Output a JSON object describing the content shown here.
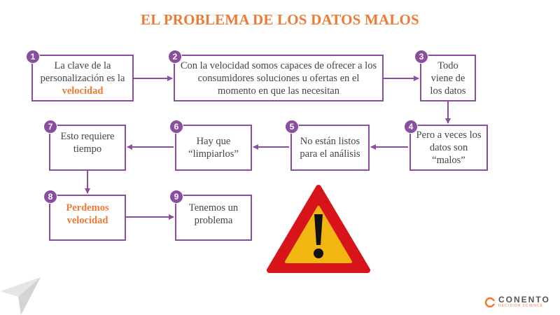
{
  "title": "EL PROBLEMA DE LOS DATOS MALOS",
  "steps": [
    {
      "num": "1",
      "text_before": "La clave de la personalización es la ",
      "highlight": "velocidad"
    },
    {
      "num": "2",
      "text": "Con la velocidad somos capaces de ofrecer a los consumidores soluciones u ofertas en el momento en que las necesitan"
    },
    {
      "num": "3",
      "text": "Todo viene de los datos"
    },
    {
      "num": "4",
      "text": "Pero a veces los datos son “malos”"
    },
    {
      "num": "5",
      "text": "No están listos para el análisis"
    },
    {
      "num": "6",
      "text": "Hay que “limpiarlos”"
    },
    {
      "num": "7",
      "text": "Esto requiere tiempo"
    },
    {
      "num": "8",
      "text": "Perdemos velocidad"
    },
    {
      "num": "9",
      "text": "Tenemos un problema"
    }
  ],
  "warning_icon": "warning-triangle-icon",
  "logo": {
    "name": "CONENTO",
    "tagline": "DECISION SCIENCE"
  },
  "colors": {
    "accent": "#ee7a33",
    "box_border": "#8a4ea0",
    "warning_red": "#d8141b",
    "warning_yellow": "#f2b612"
  }
}
